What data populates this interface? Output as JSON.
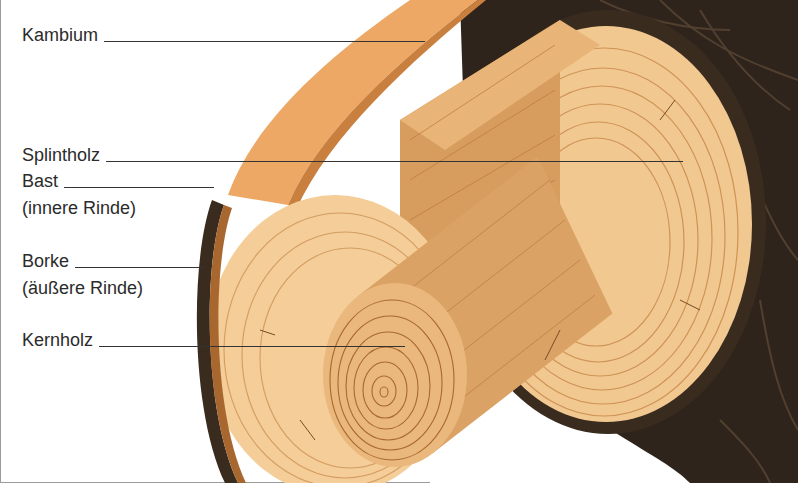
{
  "diagram": {
    "labels": [
      "Kambium",
      "Splintholz",
      "Bast",
      "(innere Rinde)",
      "Borke",
      "(äußere Rinde)",
      "Kernholz"
    ]
  }
}
